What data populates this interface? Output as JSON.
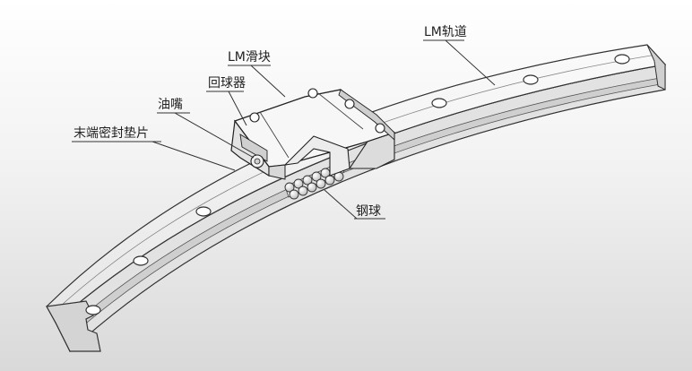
{
  "labels": {
    "rail": "LM轨道",
    "block": "LM滑块",
    "recirculation": "回球器",
    "grease_nipple": "油嘴",
    "end_seal": "末端密封垫片",
    "balls": "钢球"
  }
}
